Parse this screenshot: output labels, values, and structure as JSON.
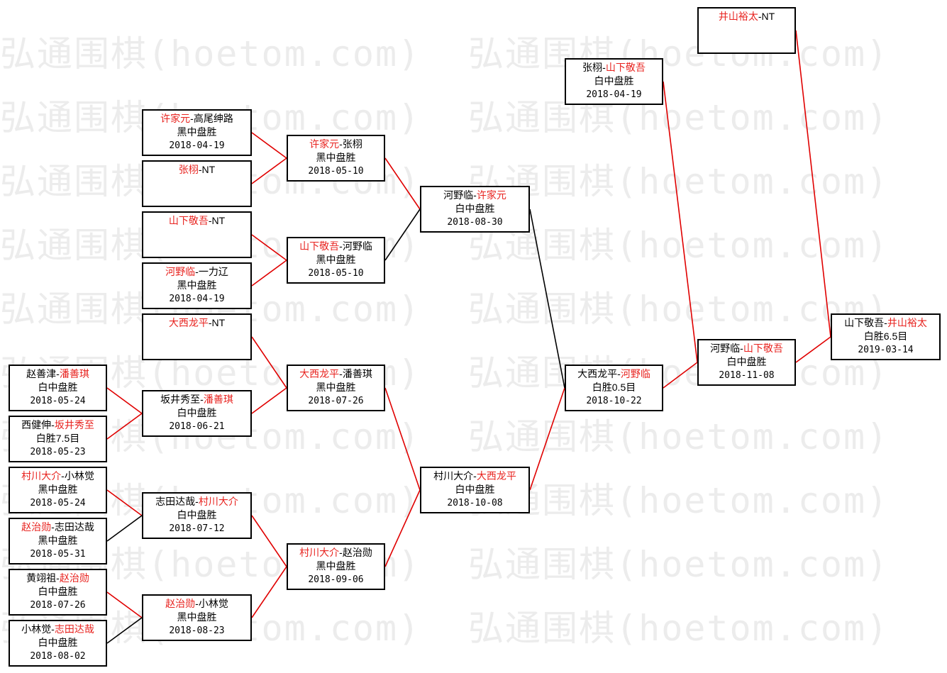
{
  "watermark": "弘通围棋(hoetom.com)",
  "colors": {
    "winner": "#e8231f",
    "line_win": "#e00000",
    "line_loss": "#000000"
  },
  "matches": [
    {
      "id": "m01",
      "p1": "许家元",
      "p2": "高尾绅路",
      "winner": 1,
      "result": "黑中盘胜",
      "date": "2018-04-19"
    },
    {
      "id": "m02",
      "p1": "张栩",
      "p2": "NT",
      "winner": 1,
      "result": "",
      "date": ""
    },
    {
      "id": "m03",
      "p1": "山下敬吾",
      "p2": "NT",
      "winner": 1,
      "result": "",
      "date": ""
    },
    {
      "id": "m04",
      "p1": "河野临",
      "p2": "一力辽",
      "winner": 1,
      "result": "黑中盘胜",
      "date": "2018-04-19"
    },
    {
      "id": "m05",
      "p1": "大西龙平",
      "p2": "NT",
      "winner": 1,
      "result": "",
      "date": ""
    },
    {
      "id": "m06",
      "p1": "赵善津",
      "p2": "潘善琪",
      "winner": 2,
      "result": "白中盘胜",
      "date": "2018-05-24"
    },
    {
      "id": "m07",
      "p1": "西健伸",
      "p2": "坂井秀至",
      "winner": 2,
      "result": "白胜7.5目",
      "date": "2018-05-23"
    },
    {
      "id": "m08",
      "p1": "村川大介",
      "p2": "小林觉",
      "winner": 1,
      "result": "黑中盘胜",
      "date": "2018-05-24"
    },
    {
      "id": "m09",
      "p1": "赵治勋",
      "p2": "志田达哉",
      "winner": 1,
      "result": "黑中盘胜",
      "date": "2018-05-31"
    },
    {
      "id": "m10",
      "p1": "黄翊祖",
      "p2": "赵治勋",
      "winner": 2,
      "result": "白中盘胜",
      "date": "2018-07-26"
    },
    {
      "id": "m11",
      "p1": "小林觉",
      "p2": "志田达哉",
      "winner": 2,
      "result": "白中盘胜",
      "date": "2018-08-02"
    },
    {
      "id": "m12",
      "p1": "坂井秀至",
      "p2": "潘善琪",
      "winner": 2,
      "result": "白中盘胜",
      "date": "2018-06-21"
    },
    {
      "id": "m13",
      "p1": "志田达哉",
      "p2": "村川大介",
      "winner": 2,
      "result": "白中盘胜",
      "date": "2018-07-12"
    },
    {
      "id": "m14",
      "p1": "赵治勋",
      "p2": "小林觉",
      "winner": 1,
      "result": "黑中盘胜",
      "date": "2018-08-23"
    },
    {
      "id": "m15",
      "p1": "许家元",
      "p2": "张栩",
      "winner": 1,
      "result": "黑中盘胜",
      "date": "2018-05-10"
    },
    {
      "id": "m16",
      "p1": "山下敬吾",
      "p2": "河野临",
      "winner": 1,
      "result": "黑中盘胜",
      "date": "2018-05-10"
    },
    {
      "id": "m17",
      "p1": "大西龙平",
      "p2": "潘善琪",
      "winner": 1,
      "result": "黑中盘胜",
      "date": "2018-07-26"
    },
    {
      "id": "m18",
      "p1": "村川大介",
      "p2": "赵治勋",
      "winner": 1,
      "result": "黑中盘胜",
      "date": "2018-09-06"
    },
    {
      "id": "m19",
      "p1": "河野临",
      "p2": "许家元",
      "winner": 2,
      "result": "白中盘胜",
      "date": "2018-08-30"
    },
    {
      "id": "m20",
      "p1": "村川大介",
      "p2": "大西龙平",
      "winner": 2,
      "result": "白中盘胜",
      "date": "2018-10-08"
    },
    {
      "id": "m21",
      "p1": "大西龙平",
      "p2": "河野临",
      "winner": 2,
      "result": "白胜0.5目",
      "date": "2018-10-22"
    },
    {
      "id": "m22",
      "p1": "张栩",
      "p2": "山下敬吾",
      "winner": 2,
      "result": "白中盘胜",
      "date": "2018-04-19"
    },
    {
      "id": "m23",
      "p1": "河野临",
      "p2": "山下敬吾",
      "winner": 2,
      "result": "白中盘胜",
      "date": "2018-11-08"
    },
    {
      "id": "m24",
      "p1": "井山裕太",
      "p2": "NT",
      "winner": 1,
      "result": "",
      "date": ""
    },
    {
      "id": "m25",
      "p1": "山下敬吾",
      "p2": "井山裕太",
      "winner": 2,
      "result": "白胜6.5目",
      "date": "2019-03-14"
    }
  ],
  "links": [
    {
      "from": "m01",
      "to": "m15",
      "win": true
    },
    {
      "from": "m02",
      "to": "m15",
      "win": true
    },
    {
      "from": "m03",
      "to": "m16",
      "win": true
    },
    {
      "from": "m04",
      "to": "m16",
      "win": true
    },
    {
      "from": "m05",
      "to": "m17",
      "win": true
    },
    {
      "from": "m06",
      "to": "m12",
      "win": true
    },
    {
      "from": "m07",
      "to": "m12",
      "win": true
    },
    {
      "from": "m12",
      "to": "m17",
      "win": true
    },
    {
      "from": "m08",
      "to": "m13",
      "win": true
    },
    {
      "from": "m09",
      "to": "m13",
      "win": false
    },
    {
      "from": "m10",
      "to": "m14",
      "win": true
    },
    {
      "from": "m11",
      "to": "m14",
      "win": false
    },
    {
      "from": "m13",
      "to": "m18",
      "win": true
    },
    {
      "from": "m14",
      "to": "m18",
      "win": true
    },
    {
      "from": "m15",
      "to": "m19",
      "win": true
    },
    {
      "from": "m16",
      "to": "m19",
      "win": false
    },
    {
      "from": "m17",
      "to": "m20",
      "win": true
    },
    {
      "from": "m18",
      "to": "m20",
      "win": true
    },
    {
      "from": "m19",
      "to": "m21",
      "win": false
    },
    {
      "from": "m20",
      "to": "m21",
      "win": true
    },
    {
      "from": "m21",
      "to": "m23",
      "win": true
    },
    {
      "from": "m22",
      "to": "m23",
      "win": true
    },
    {
      "from": "m23",
      "to": "m25",
      "win": true
    },
    {
      "from": "m24",
      "to": "m25",
      "win": true
    }
  ]
}
